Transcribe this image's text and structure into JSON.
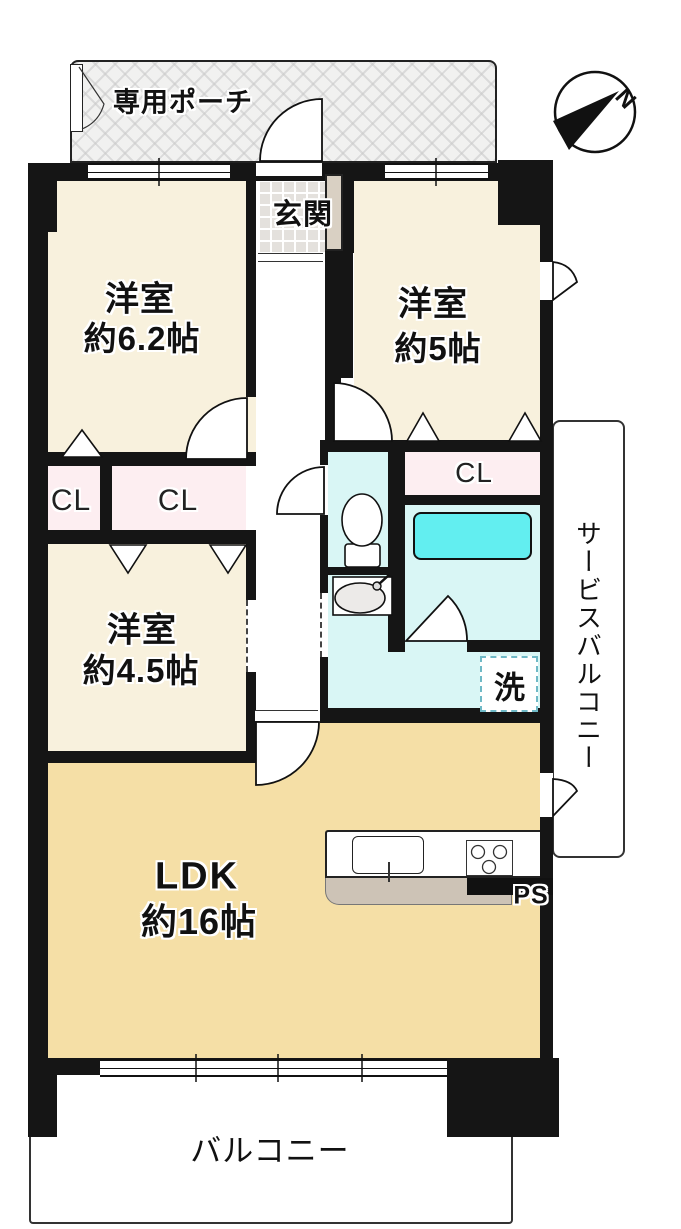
{
  "plan": {
    "labels": {
      "porch": "専用ポーチ",
      "genkan": "玄関",
      "bedroom1_name": "洋室",
      "bedroom1_size": "約6.2帖",
      "bedroom2_name": "洋室",
      "bedroom2_size": "約5帖",
      "bedroom3_name": "洋室",
      "bedroom3_size": "約4.5帖",
      "ldk_name": "LDK",
      "ldk_size": "約16帖",
      "closet_left": "CL",
      "closet_mid": "CL",
      "closet_right": "CL",
      "laundry": "洗",
      "pipe_space": "PS",
      "service_balcony": "サービスバルコニー",
      "balcony": "バルコニー",
      "compass_north": "N"
    },
    "colors": {
      "wall": "#151515",
      "bedroom_cream": "#f8f1dd",
      "ldk_tan": "#f5dfa6",
      "closet_pink": "#fdeef1",
      "wet_area_cyan": "#d9f6f5",
      "bathtub_cyan": "#62eef0",
      "entry_tile": "#e4e1dd",
      "cabinet_beige": "#d9d0c3",
      "counter_gray": "#cdc3b6"
    }
  }
}
